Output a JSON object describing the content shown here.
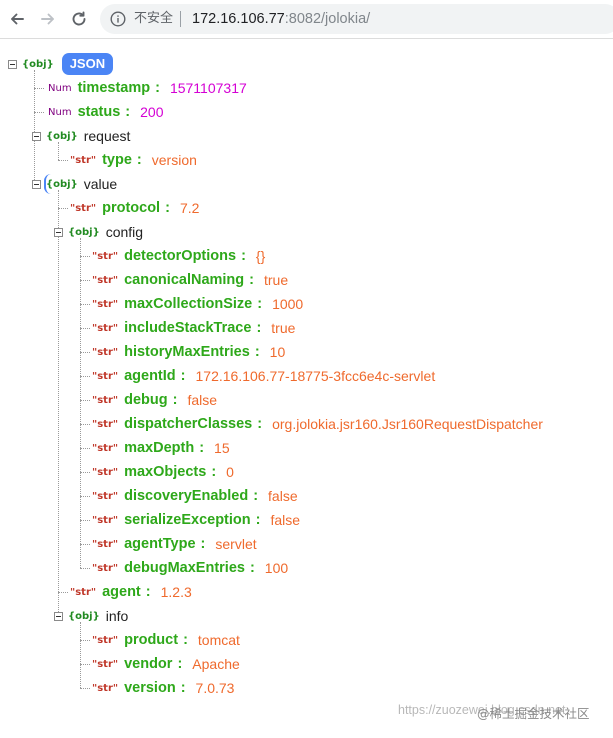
{
  "browser": {
    "secure_label": "不安全",
    "url_host": "172.16.106.77",
    "url_rest": ":8082/jolokia/"
  },
  "tree": {
    "root_type": "{obj}",
    "root_label": "JSON",
    "timestamp": {
      "type": "Num",
      "key": "timestamp",
      "value": "1571107317"
    },
    "status": {
      "type": "Num",
      "key": "status",
      "value": "200"
    },
    "request": {
      "type": "{obj}",
      "label": "request",
      "type_field": {
        "type": "\"str\"",
        "key": "type",
        "value": "version"
      }
    },
    "value": {
      "type": "{obj}",
      "label": "value",
      "protocol": {
        "type": "\"str\"",
        "key": "protocol",
        "value": "7.2"
      },
      "config": {
        "type": "{obj}",
        "label": "config",
        "items": [
          {
            "type": "\"str\"",
            "key": "detectorOptions",
            "value": "{}"
          },
          {
            "type": "\"str\"",
            "key": "canonicalNaming",
            "value": "true"
          },
          {
            "type": "\"str\"",
            "key": "maxCollectionSize",
            "value": "1000"
          },
          {
            "type": "\"str\"",
            "key": "includeStackTrace",
            "value": "true"
          },
          {
            "type": "\"str\"",
            "key": "historyMaxEntries",
            "value": "10"
          },
          {
            "type": "\"str\"",
            "key": "agentId",
            "value": "172.16.106.77-18775-3fcc6e4c-servlet"
          },
          {
            "type": "\"str\"",
            "key": "debug",
            "value": "false"
          },
          {
            "type": "\"str\"",
            "key": "dispatcherClasses",
            "value": "org.jolokia.jsr160.Jsr160RequestDispatcher"
          },
          {
            "type": "\"str\"",
            "key": "maxDepth",
            "value": "15"
          },
          {
            "type": "\"str\"",
            "key": "maxObjects",
            "value": "0"
          },
          {
            "type": "\"str\"",
            "key": "discoveryEnabled",
            "value": "false"
          },
          {
            "type": "\"str\"",
            "key": "serializeException",
            "value": "false"
          },
          {
            "type": "\"str\"",
            "key": "agentType",
            "value": "servlet"
          },
          {
            "type": "\"str\"",
            "key": "debugMaxEntries",
            "value": "100"
          }
        ]
      },
      "agent": {
        "type": "\"str\"",
        "key": "agent",
        "value": "1.2.3"
      },
      "info": {
        "type": "{obj}",
        "label": "info",
        "items": [
          {
            "type": "\"str\"",
            "key": "product",
            "value": "tomcat"
          },
          {
            "type": "\"str\"",
            "key": "vendor",
            "value": "Apache"
          },
          {
            "type": "\"str\"",
            "key": "version",
            "value": "7.0.73"
          }
        ]
      }
    },
    "colon": ":"
  },
  "watermark": {
    "text_url": "https://zuozewei.blog.csdn.net",
    "text_site": "@稀土掘金技术社区"
  },
  "colors": {
    "key": "#2ea81a",
    "string_value": "#ef6a2d",
    "number_value": "#d400d4",
    "badge": "#4b85f5"
  }
}
